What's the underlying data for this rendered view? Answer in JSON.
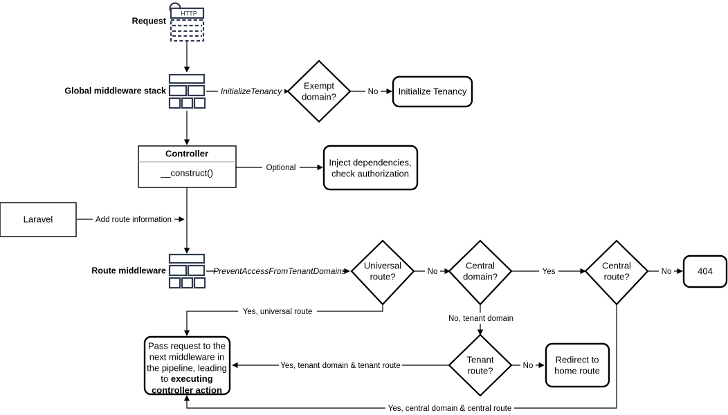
{
  "diagram": {
    "title": "Laravel multi-tenancy request lifecycle flowchart",
    "colors": {
      "icon": "#2f3a4f",
      "stroke": "#000000",
      "background": "#ffffff",
      "divider": "#9a9a9a"
    },
    "swimlane_labels": [
      {
        "id": "request",
        "text": "Request"
      },
      {
        "id": "global-middleware-stack",
        "text": "Global middleware stack"
      },
      {
        "id": "route-middleware",
        "text": "Route middleware"
      }
    ],
    "icons": [
      {
        "id": "http-request-icon",
        "name": "http-request-icon",
        "caption": "HTTP"
      },
      {
        "id": "global-middleware-stack-icon",
        "name": "middleware-stack-icon"
      },
      {
        "id": "route-middleware-icon",
        "name": "middleware-stack-icon"
      }
    ],
    "nodes": [
      {
        "id": "exempt-domain",
        "shape": "diamond",
        "lines": [
          "Exempt",
          "domain?"
        ]
      },
      {
        "id": "initialize-tenancy",
        "shape": "rounded",
        "lines": [
          "Initialize Tenancy"
        ]
      },
      {
        "id": "controller",
        "shape": "rect-class",
        "header": "Controller",
        "body": "__construct()"
      },
      {
        "id": "inject-dependencies",
        "shape": "rounded",
        "lines": [
          "Inject dependencies,",
          "check authorization"
        ]
      },
      {
        "id": "laravel",
        "shape": "rect",
        "lines": [
          "Laravel"
        ]
      },
      {
        "id": "universal-route",
        "shape": "diamond",
        "lines": [
          "Universal",
          "route?"
        ]
      },
      {
        "id": "central-domain",
        "shape": "diamond",
        "lines": [
          "Central",
          "domain?"
        ]
      },
      {
        "id": "central-route",
        "shape": "diamond",
        "lines": [
          "Central",
          "route?"
        ]
      },
      {
        "id": "not-found",
        "shape": "rounded",
        "lines": [
          "404"
        ]
      },
      {
        "id": "tenant-route",
        "shape": "diamond",
        "lines": [
          "Tenant",
          "route?"
        ]
      },
      {
        "id": "redirect-home",
        "shape": "rounded",
        "lines": [
          "Redirect to",
          "home route"
        ]
      },
      {
        "id": "pass-request",
        "shape": "rounded",
        "lines_mixed": [
          {
            "text": "Pass request to the",
            "bold": false
          },
          {
            "text": "next middleware in",
            "bold": false
          },
          {
            "text": "the pipeline, leading",
            "bold": false
          },
          {
            "text": "to ",
            "bold": false,
            "suffix": "executing",
            "suffix_bold": true
          },
          {
            "text": "controller action",
            "bold": true
          }
        ]
      }
    ],
    "edge_labels": [
      {
        "id": "initialize-tenancy-label",
        "text": "InitializeTenancy",
        "style": "italic"
      },
      {
        "id": "exempt-no-label",
        "text": "No",
        "style": "normal"
      },
      {
        "id": "optional-label",
        "text": "Optional",
        "style": "normal"
      },
      {
        "id": "add-route-information-label",
        "text": "Add route information",
        "style": "normal"
      },
      {
        "id": "prevent-access-label",
        "text": "PreventAccessFromTenantDomains",
        "style": "italic"
      },
      {
        "id": "universal-no-label",
        "text": "No",
        "style": "normal"
      },
      {
        "id": "central-domain-yes-label",
        "text": "Yes",
        "style": "normal"
      },
      {
        "id": "central-route-no-label",
        "text": "No",
        "style": "normal"
      },
      {
        "id": "yes-universal-route-label",
        "text": "Yes, universal route",
        "style": "normal"
      },
      {
        "id": "no-tenant-domain-label",
        "text": "No, tenant domain",
        "style": "normal"
      },
      {
        "id": "yes-tenant-label",
        "text": "Yes, tenant domain & tenant route",
        "style": "normal"
      },
      {
        "id": "tenant-route-no-label",
        "text": "No",
        "style": "normal"
      },
      {
        "id": "yes-central-label",
        "text": "Yes, central domain & central route",
        "style": "normal"
      }
    ]
  }
}
